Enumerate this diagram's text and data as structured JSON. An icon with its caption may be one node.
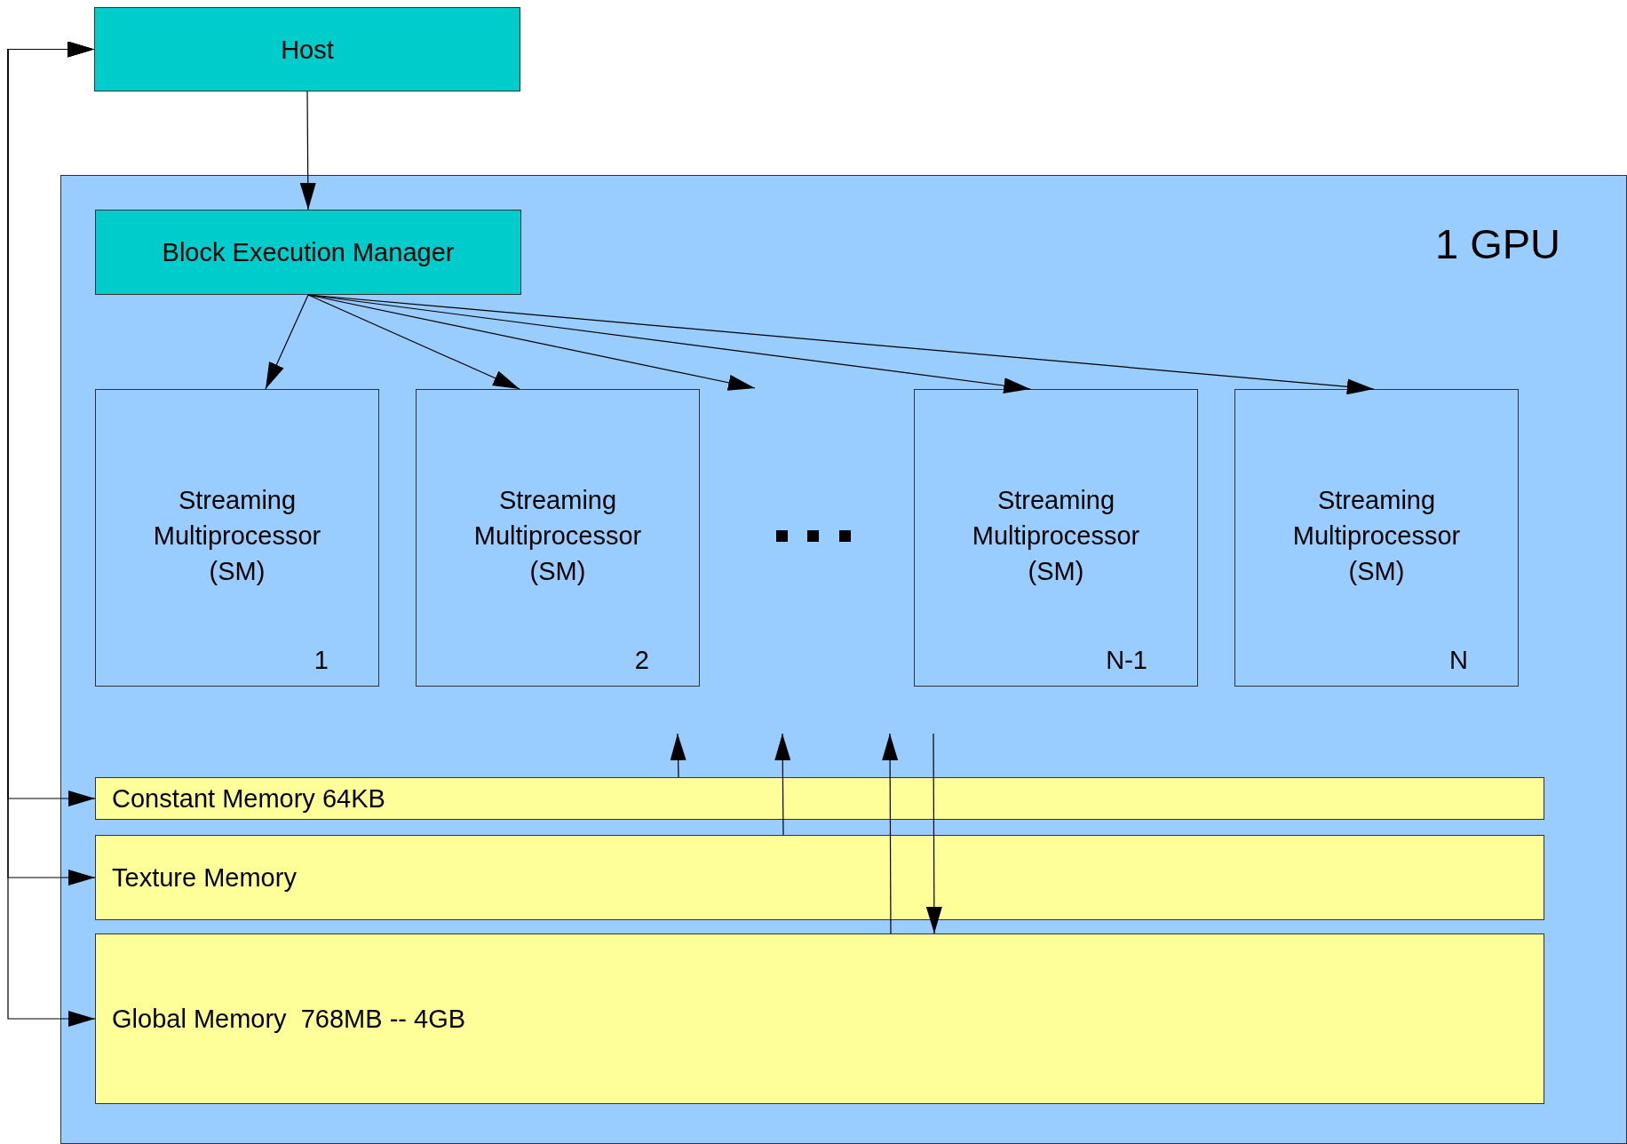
{
  "diagram": {
    "nodes": [
      {
        "text": [
          "Host"
        ]
      },
      {
        "text": [
          "1 GPU"
        ]
      },
      {
        "text": [
          "Block Execution Manager"
        ],
        "in": 1
      },
      {
        "text": [
          "Streaming Multiprocessor (SM)",
          "1"
        ],
        "in": 1
      },
      {
        "text": [
          "Streaming Multiprocessor (SM)",
          "2"
        ],
        "in": 1
      },
      {
        "text": [
          "Streaming Multiprocessor (SM)",
          "N-1"
        ],
        "in": 1
      },
      {
        "text": [
          "Streaming Multiprocessor (SM)",
          "N"
        ],
        "in": 1
      },
      {
        "text": [
          "Constant Memory 64KB"
        ],
        "in": 1
      },
      {
        "text": [
          "Texture Memory"
        ],
        "in": 1
      },
      {
        "text": [
          "Global Memory  768MB -- 4GB"
        ],
        "in": 1
      }
    ],
    "edges": [
      {
        "from": 0,
        "to": 2,
        "arrow": "to"
      },
      {
        "from": 2,
        "to": 3,
        "arrow": "to"
      },
      {
        "from": 2,
        "to": 4,
        "arrow": "to"
      },
      {
        "from": 2,
        "to": null,
        "arrow": "to"
      },
      {
        "from": 2,
        "to": 5,
        "arrow": "to"
      },
      {
        "from": 2,
        "to": 6,
        "arrow": "to"
      },
      {
        "from": 0,
        "to": 7,
        "arrow": "both"
      },
      {
        "from": 0,
        "to": 8,
        "arrow": "both"
      },
      {
        "from": 0,
        "to": 9,
        "arrow": "both"
      },
      {
        "from": 7,
        "to": null,
        "arrow": "to"
      },
      {
        "from": 8,
        "to": null,
        "arrow": "to"
      },
      {
        "from": 9,
        "to": null,
        "arrow": "to"
      },
      {
        "from": null,
        "to": 9,
        "arrow": "to"
      }
    ]
  }
}
